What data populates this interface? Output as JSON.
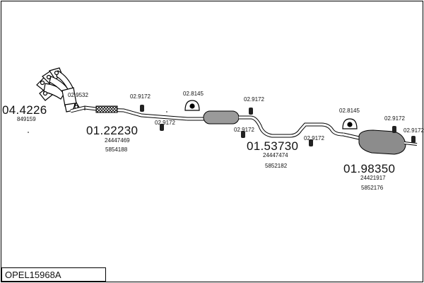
{
  "diagram_id": "OPEL15968A",
  "parts": [
    {
      "number": "04.4226",
      "refs": [
        "849159"
      ]
    },
    {
      "number": "01.22230",
      "refs": [
        "24447469",
        "5854188"
      ]
    },
    {
      "number": "01.53730",
      "refs": [
        "24447474",
        "5852182"
      ]
    },
    {
      "number": "01.98350",
      "refs": [
        "24421917",
        "5852176"
      ]
    }
  ],
  "fittings": {
    "gasket": "02.9532",
    "clamp": "02.9172",
    "hanger": "02.8145"
  }
}
